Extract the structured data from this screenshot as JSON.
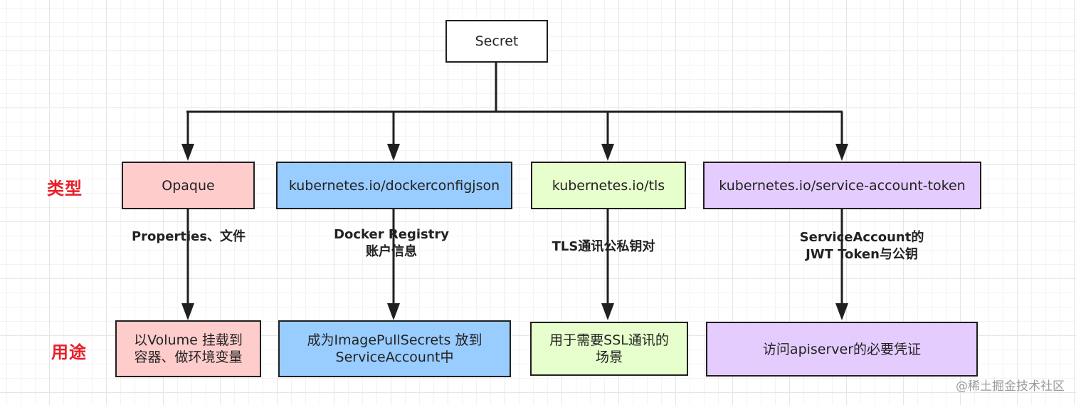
{
  "root": {
    "label": "Secret"
  },
  "row_labels": {
    "type": "类型",
    "usage": "用途"
  },
  "types": [
    {
      "label": "Opaque",
      "fill": "#ffcccc"
    },
    {
      "label": "kubernetes.io/dockerconfigjson",
      "fill": "#99ccff"
    },
    {
      "label": "kubernetes.io/tls",
      "fill": "#e6ffcc"
    },
    {
      "label": "kubernetes.io/service-account-token",
      "fill": "#e5ccff"
    }
  ],
  "edge_labels": [
    "Properties、文件",
    "Docker Registry\n账户信息",
    "TLS通讯公私钥对",
    "ServiceAccount的\nJWT Token与公钥"
  ],
  "usages": [
    {
      "label": "以Volume 挂载到\n容器、做环境变量",
      "fill": "#ffcccc"
    },
    {
      "label": "成为ImagePullSecrets 放到\nServiceAccount中",
      "fill": "#99ccff"
    },
    {
      "label": "用于需要SSL通讯的\n场景",
      "fill": "#e6ffcc"
    },
    {
      "label": "访问apiserver的必要凭证",
      "fill": "#e5ccff"
    }
  ],
  "watermark": "@稀土掘金技术社区"
}
